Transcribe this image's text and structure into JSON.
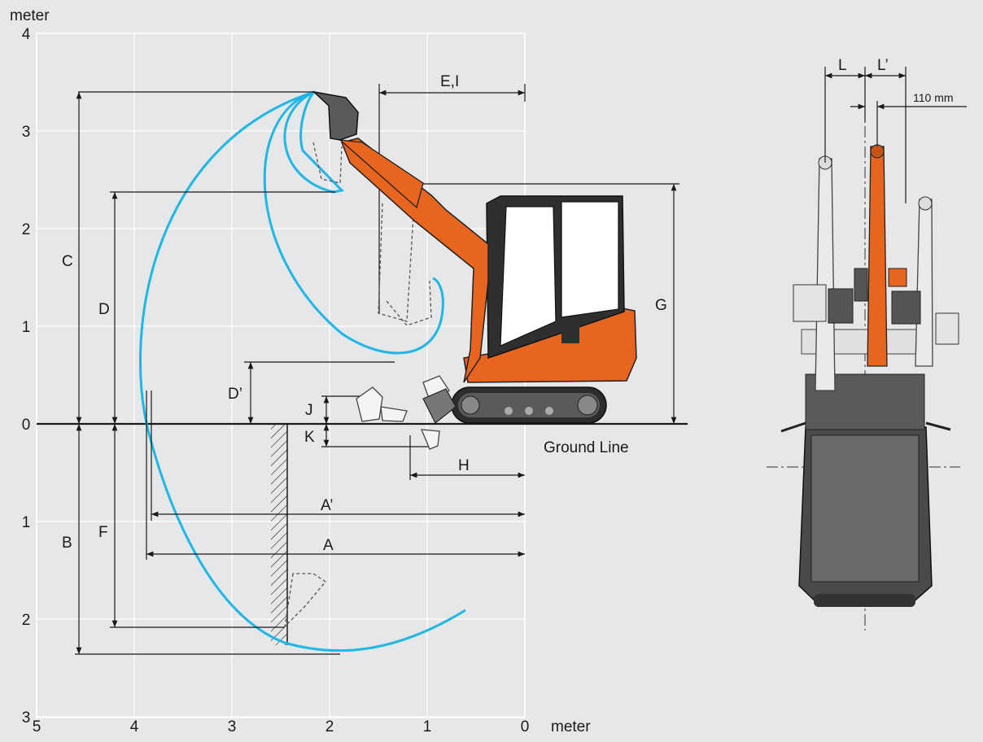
{
  "units": {
    "top": "meter",
    "bottom": "meter"
  },
  "y_ticks": [
    {
      "label": "4",
      "value": 4
    },
    {
      "label": "3",
      "value": 3
    },
    {
      "label": "2",
      "value": 2
    },
    {
      "label": "1",
      "value": 1
    },
    {
      "label": "0",
      "value": 0
    },
    {
      "label": "1",
      "value": -1
    },
    {
      "label": "2",
      "value": -2
    },
    {
      "label": "3",
      "value": -3
    }
  ],
  "x_ticks": [
    {
      "label": "5",
      "value": 5
    },
    {
      "label": "4",
      "value": 4
    },
    {
      "label": "3",
      "value": 3
    },
    {
      "label": "2",
      "value": 2
    },
    {
      "label": "1",
      "value": 1
    },
    {
      "label": "0",
      "value": 0
    }
  ],
  "dimension_labels": {
    "A": "A",
    "A_prime": "A’",
    "B": "B",
    "C": "C",
    "D": "D",
    "D_prime": "D’",
    "E_I": "E,I",
    "F": "F",
    "G": "G",
    "H": "H",
    "J": "J",
    "K": "K",
    "L": "L",
    "L_prime": "L’"
  },
  "ground_line_label": "Ground Line",
  "offset_label": "110 mm",
  "colors": {
    "background": "#e6e7e8",
    "grid": "#ffffff",
    "envelope": "#1fb6e8",
    "machine_accent": "#e8651f",
    "machine_dark": "#3a3a3a",
    "line": "#1a1a1a"
  }
}
